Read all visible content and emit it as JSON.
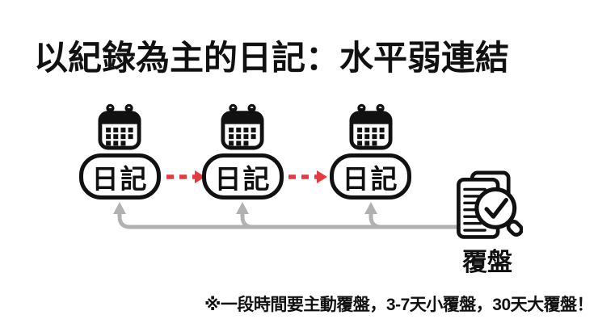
{
  "title": "以紀錄為主的日記：水平弱連結",
  "diagram": {
    "nodes": [
      {
        "label": "日記",
        "icon": "calendar-icon"
      },
      {
        "label": "日記",
        "icon": "calendar-icon"
      },
      {
        "label": "日記",
        "icon": "calendar-icon"
      }
    ],
    "review": {
      "label": "覆盤",
      "icon": "document-check-magnifier-icon"
    }
  },
  "footnote": "※一段時間要主動覆盤，3-7天小覆盤，30天大覆盤！",
  "colors": {
    "background": "#ffffff",
    "ink": "#111111",
    "arrow_red": "#e63a41",
    "connector_gray": "#b1b1b1"
  }
}
